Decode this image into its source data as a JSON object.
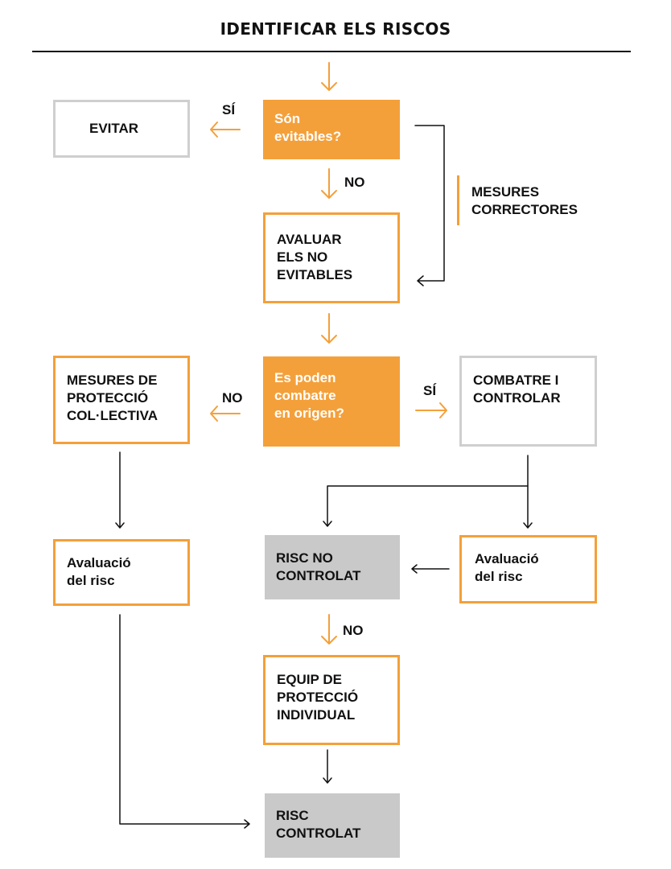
{
  "title": "IDENTIFICAR ELS RISCOS",
  "colors": {
    "accent": "#f4a03a",
    "gray_fill": "#c9c9c9",
    "gray_border": "#cfcfcf",
    "line": "#111111"
  },
  "nodes": {
    "evitar": "EVITAR",
    "son_evitables": "Són\nevitables?",
    "avaluar": "AVALUAR\nELS NO\nEVITABLES",
    "mesures_proteccio": "MESURES DE\nPROTECCIÓ\nCOL·LECTIVA",
    "es_poden_combatre": "Es poden\ncombatre\nen origen?",
    "combatre": "COMBATRE I\nCONTROLAR",
    "avaluacio_left": "Avaluació\ndel risc",
    "risc_no_controlat": "RISC NO\nCONTROLAT",
    "avaluacio_right": "Avaluació\ndel risc",
    "equip": "EQUIP DE\nPROTECCIÓ\nINDIVIDUAL",
    "risc_controlat": "RISC\nCONTROLAT"
  },
  "labels": {
    "si_1": "SÍ",
    "no_1": "NO",
    "mesures_correctores": "MESURES\nCORRECTORES",
    "no_2": "NO",
    "si_2": "SÍ",
    "no_3": "NO"
  }
}
